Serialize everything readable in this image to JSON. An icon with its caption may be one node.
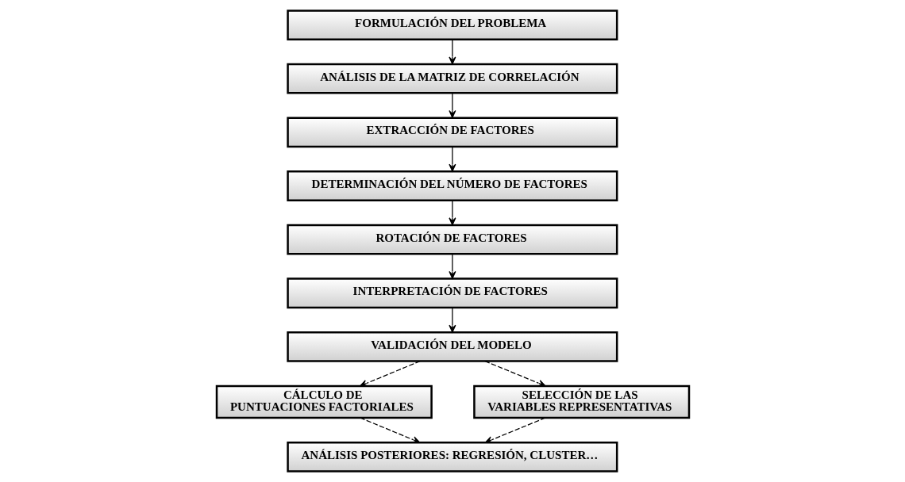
{
  "diagram": {
    "nodes": [
      {
        "text": [
          "FORMULACIÓN DEL PROBLEMA"
        ]
      },
      {
        "text": [
          "ANÁLISIS DE LA MATRIZ DE CORRELACIÓN"
        ]
      },
      {
        "text": [
          "EXTRACCIÓN DE FACTORES"
        ]
      },
      {
        "text": [
          "DETERMINACIÓN DEL NÚMERO DE FACTORES"
        ]
      },
      {
        "text": [
          "ROTACIÓN DE FACTORES"
        ]
      },
      {
        "text": [
          "INTERPRETACIÓN DE FACTORES"
        ]
      },
      {
        "text": [
          "VALIDACIÓN DEL MODELO"
        ]
      },
      {
        "text": [
          "CÁLCULO DE PUNTUACIONES FACTORIALES"
        ]
      },
      {
        "text": [
          "SELECCIÓN DE LAS VARIABLES REPRESENTATIVAS"
        ]
      },
      {
        "text": [
          "ANÁLISIS POSTERIORES: REGRESIÓN, CLUSTER…"
        ]
      }
    ],
    "edges": [
      {
        "from": 0,
        "to": 1,
        "arrow": "to"
      },
      {
        "from": 1,
        "to": 2,
        "arrow": "to"
      },
      {
        "from": 2,
        "to": 3,
        "arrow": "to"
      },
      {
        "from": 3,
        "to": 4,
        "arrow": "to"
      },
      {
        "from": 4,
        "to": 5,
        "arrow": "to"
      },
      {
        "from": 5,
        "to": 6,
        "arrow": "to"
      },
      {
        "from": 6,
        "to": 7,
        "arrow": "to",
        "style": "dashed"
      },
      {
        "from": 6,
        "to": 8,
        "arrow": "to",
        "style": "dashed"
      },
      {
        "from": 7,
        "to": 9,
        "arrow": "to",
        "style": "dashed"
      },
      {
        "from": 8,
        "to": 9,
        "arrow": "to",
        "style": "dashed"
      }
    ]
  }
}
